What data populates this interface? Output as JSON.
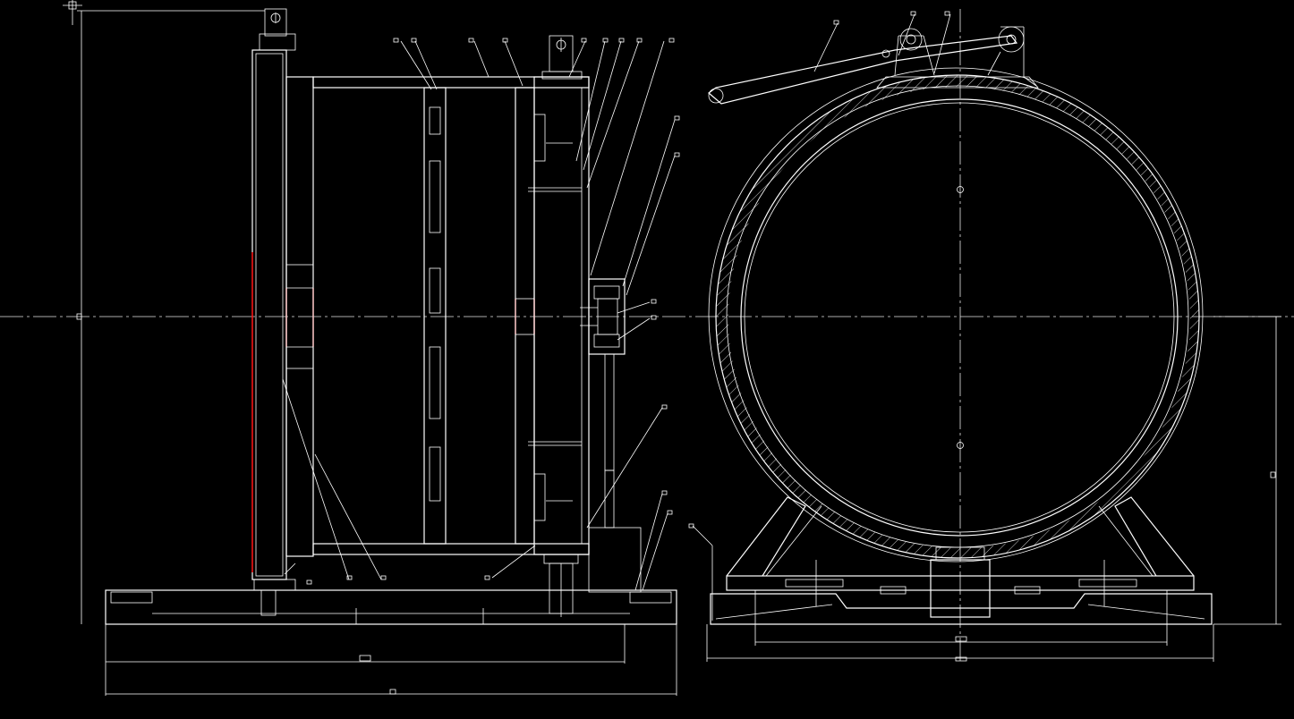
{
  "drawing": {
    "background_color": "#000000",
    "line_color": "#ffffff",
    "section_color": "#ff0000",
    "centerline_color": "#e6e6e6",
    "views": [
      {
        "id": "side-section-view",
        "kind": "cross-section",
        "components": [
          "door-panel",
          "cylindrical-shell",
          "hinge-assembly",
          "base-frame",
          "locking-mechanism"
        ]
      },
      {
        "id": "end-view",
        "kind": "front-elevation",
        "components": [
          "circular-vessel",
          "lever-arm",
          "support-saddles",
          "base-frame"
        ]
      }
    ],
    "dimension_marks": [],
    "leader_labels": []
  }
}
